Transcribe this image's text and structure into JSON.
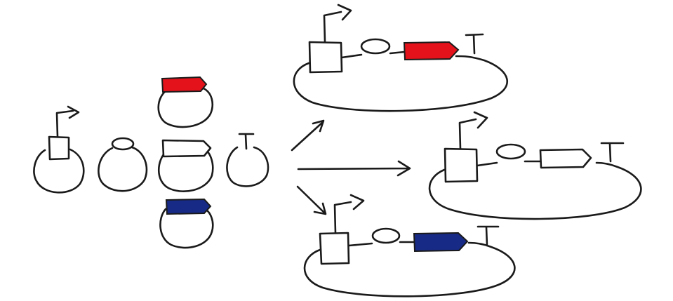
{
  "colors": {
    "ink": "#1a1a1a",
    "background": "#ffffff",
    "cds_red": "#e3121b",
    "cds_blue": "#172a86",
    "cds_white": "#ffffff"
  },
  "parts": [
    "promoter",
    "rbs",
    "cds",
    "cds-red",
    "cds-blue",
    "terminator"
  ],
  "constructs": [
    "plasmid-red",
    "plasmid-white",
    "plasmid-blue"
  ]
}
